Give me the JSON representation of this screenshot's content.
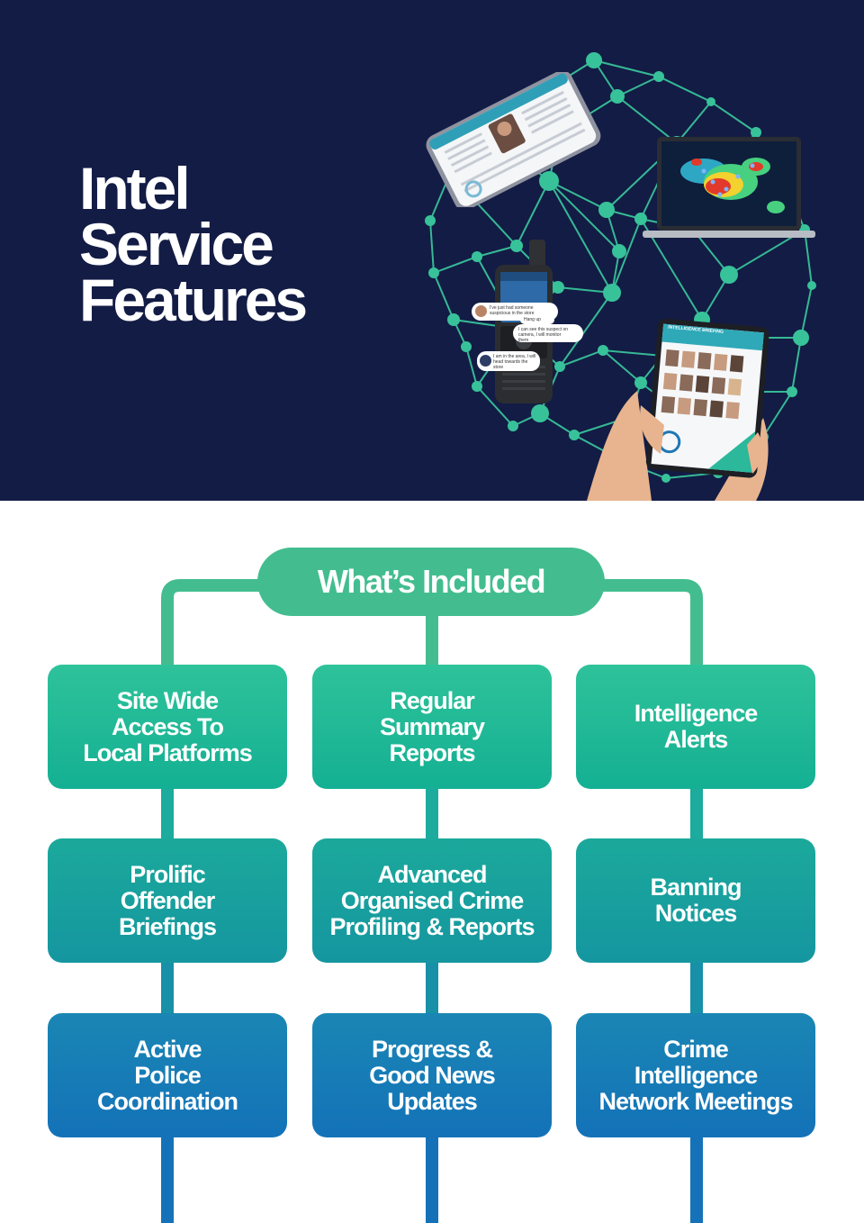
{
  "hero": {
    "title_lines": [
      "Intel",
      "Service",
      "Features"
    ],
    "background_color": "#131c45",
    "network_color": "#38c29a"
  },
  "devices": {
    "phone": {
      "icon": "smartphone-icon"
    },
    "laptop": {
      "icon": "laptop-heatmap-icon"
    },
    "radio": {
      "icon": "radio-handset-icon",
      "messages": [
        "I've just had someone suspicious in the store",
        "Hang up",
        "I can see this suspect on camera, I will monitor them",
        "I am in the area, I will head towards the store"
      ]
    },
    "tablet": {
      "icon": "tablet-gallery-icon",
      "header": "INTELLIGENCE BRIEFING"
    }
  },
  "included": {
    "heading": "What’s Included",
    "accent_color": "#43bd8f",
    "cards": [
      {
        "label": "Site Wide\nAccess To\nLocal Platforms"
      },
      {
        "label": "Regular\nSummary\nReports"
      },
      {
        "label": "Intelligence\nAlerts"
      },
      {
        "label": "Prolific\nOffender\nBriefings"
      },
      {
        "label": "Advanced\nOrganised Crime\nProfiling & Reports"
      },
      {
        "label": "Banning\nNotices"
      },
      {
        "label": "Active\nPolice\nCoordination"
      },
      {
        "label": "Progress &\nGood News\nUpdates"
      },
      {
        "label": "Crime\nIntelligence\nNetwork Meetings"
      }
    ]
  }
}
